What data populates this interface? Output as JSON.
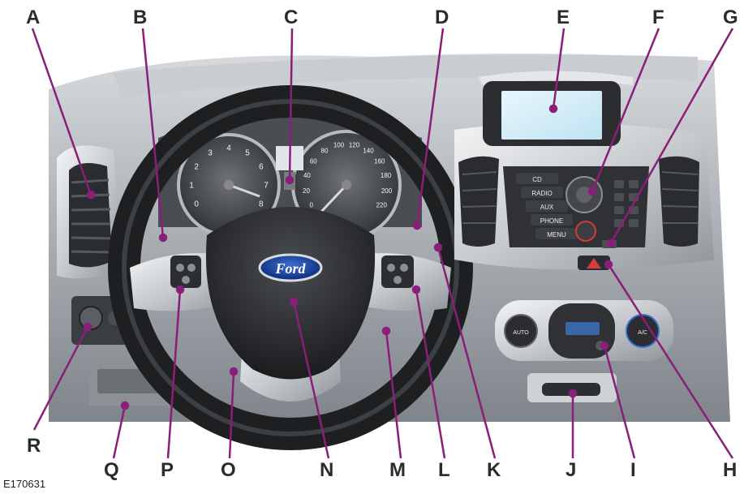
{
  "figure_id": "E170631",
  "brand_badge": "Ford",
  "colors": {
    "leader": "#8a1e78",
    "callout_text": "#2b2b2b"
  },
  "callouts": [
    {
      "id": "A",
      "label": "A"
    },
    {
      "id": "B",
      "label": "B"
    },
    {
      "id": "C",
      "label": "C"
    },
    {
      "id": "D",
      "label": "D"
    },
    {
      "id": "E",
      "label": "E"
    },
    {
      "id": "F",
      "label": "F"
    },
    {
      "id": "G",
      "label": "G"
    },
    {
      "id": "H",
      "label": "H"
    },
    {
      "id": "I",
      "label": "I"
    },
    {
      "id": "J",
      "label": "J"
    },
    {
      "id": "K",
      "label": "K"
    },
    {
      "id": "L",
      "label": "L"
    },
    {
      "id": "M",
      "label": "M"
    },
    {
      "id": "N",
      "label": "N"
    },
    {
      "id": "O",
      "label": "O"
    },
    {
      "id": "P",
      "label": "P"
    },
    {
      "id": "Q",
      "label": "Q"
    },
    {
      "id": "R",
      "label": "R"
    }
  ],
  "tachometer": {
    "ticks": [
      "0",
      "1",
      "2",
      "3",
      "4",
      "5",
      "6",
      "7",
      "8"
    ]
  },
  "speedometer": {
    "ticks": [
      "0",
      "20",
      "40",
      "60",
      "80",
      "100",
      "120",
      "140",
      "160",
      "180",
      "200",
      "220"
    ]
  },
  "audio_buttons": [
    "CD",
    "RADIO",
    "AUX",
    "PHONE",
    "MENU"
  ],
  "climate": {
    "left_knob": "AUTO",
    "right_knob": "A/C"
  }
}
